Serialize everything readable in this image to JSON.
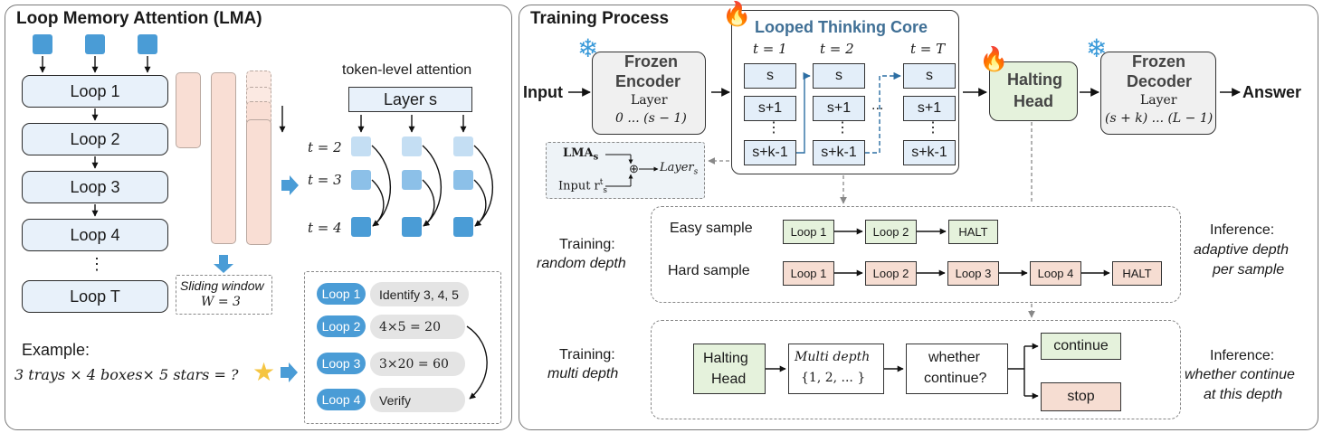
{
  "left_panel": {
    "title": "Loop Memory Attention (LMA)",
    "loops": [
      "Loop 1",
      "Loop 2",
      "Loop 3",
      "Loop 4",
      "⋮",
      "Loop T"
    ],
    "sliding_window_label": "Sliding window",
    "sliding_window_value": "W = 3",
    "token_attention_title": "token-level attention",
    "layer_label": "Layer s",
    "t_labels": [
      "t = 2",
      "t = 3",
      "t = 4"
    ],
    "example_label": "Example:",
    "example_equation": "3 trays × 4 boxes× 5 stars = ?",
    "example_steps": [
      {
        "loop": "Loop 1",
        "text": "Identify 3, 4, 5"
      },
      {
        "loop": "Loop 2",
        "text": "4×5 = 20"
      },
      {
        "loop": "Loop 3",
        "text": "3×20 = 60"
      },
      {
        "loop": "Loop 4",
        "text": "Verify"
      }
    ]
  },
  "right_panel": {
    "title": "Training Process",
    "input_label": "Input",
    "answer_label": "Answer",
    "encoder": {
      "title_line1": "Frozen",
      "title_line2": "Encoder",
      "layer": "Layer",
      "range": "0 ... (s − 1)"
    },
    "core_title": "Looped Thinking Core",
    "core_columns": [
      {
        "t": "t = 1",
        "cells": [
          "s",
          "s+1",
          "⋮",
          "s+k-1"
        ]
      },
      {
        "t": "t = 2",
        "cells": [
          "s",
          "s+1",
          "⋮",
          "s+k-1"
        ]
      },
      {
        "t": "t = T",
        "cells": [
          "s",
          "s+1",
          "⋮",
          "s+k-1"
        ]
      }
    ],
    "core_dots": "...",
    "halting_head": {
      "line1": "Halting",
      "line2": "Head"
    },
    "decoder": {
      "title_line1": "Frozen",
      "title_line2": "Decoder",
      "layer": "Layer",
      "range": "(s + k) ... (L − 1)"
    },
    "lma_box": {
      "lma": "LMA",
      "lma_sub": "s",
      "input": "Input r",
      "input_sup": "t",
      "input_sub": "s",
      "oplus": "⊕",
      "layer": "Layer",
      "layer_sub": "s"
    },
    "random_depth": {
      "left_line1": "Training:",
      "left_line2": "random depth",
      "easy_label": "Easy sample",
      "easy_chips": [
        "Loop 1",
        "Loop 2",
        "HALT"
      ],
      "hard_label": "Hard sample",
      "hard_chips": [
        "Loop 1",
        "Loop 2",
        "Loop 3",
        "Loop 4",
        "HALT"
      ],
      "right_line1": "Inference:",
      "right_line2": "adaptive depth",
      "right_line3": "per sample"
    },
    "multi_depth": {
      "left_line1": "Training:",
      "left_line2": "multi depth",
      "halting_line1": "Halting",
      "halting_line2": "Head",
      "multi_line1": "Multi depth",
      "multi_line2": "{1, 2, ... }",
      "whether_line1": "whether",
      "whether_line2": "continue?",
      "continue_label": "continue",
      "stop_label": "stop",
      "right_line1": "Inference:",
      "right_line2": "whether continue",
      "right_line3": "at this depth"
    }
  },
  "colors": {
    "blue_token": "#4a9cd6",
    "light_blue_token": "#a8d0ef",
    "peach": "#f9ded4",
    "green": "#e5f2dc",
    "pink": "#f6ddd2",
    "core_title": "#3f6f95",
    "panel_grey": "#f0f0f0"
  }
}
